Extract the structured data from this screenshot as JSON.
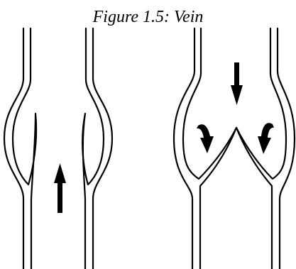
{
  "figure": {
    "caption": "Figure 1.5: Vein"
  },
  "diagram": {
    "panels": [
      {
        "name": "open-valve",
        "arrows": [
          "up"
        ]
      },
      {
        "name": "closed-valve",
        "arrows": [
          "down",
          "down-curved-left",
          "down-curved-right"
        ]
      }
    ],
    "colors": {
      "line": "#000000",
      "background": "#ffffff"
    }
  }
}
